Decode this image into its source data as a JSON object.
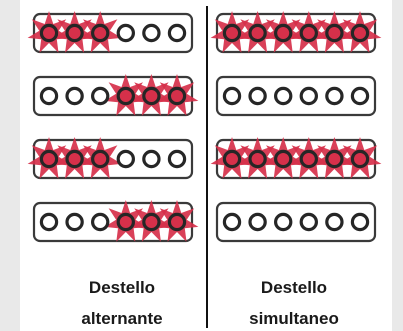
{
  "colors": {
    "background": "#e9e9e9",
    "panel": "#ffffff",
    "bar_outline": "#3a3a3a",
    "led_ring": "#262626",
    "flash": "#d6304a",
    "divider": "#111111"
  },
  "columns": [
    {
      "id": "alternating",
      "caption_line1": "Destello",
      "caption_line2": "alternante",
      "bars": [
        {
          "lit": [
            true,
            true,
            true,
            false,
            false,
            false
          ]
        },
        {
          "lit": [
            false,
            false,
            false,
            true,
            true,
            true
          ]
        },
        {
          "lit": [
            true,
            true,
            true,
            false,
            false,
            false
          ]
        },
        {
          "lit": [
            false,
            false,
            false,
            true,
            true,
            true
          ]
        }
      ]
    },
    {
      "id": "simultaneous",
      "caption_line1": "Destello",
      "caption_line2": "simultaneo",
      "bars": [
        {
          "lit": [
            true,
            true,
            true,
            true,
            true,
            true
          ]
        },
        {
          "lit": [
            false,
            false,
            false,
            false,
            false,
            false
          ]
        },
        {
          "lit": [
            true,
            true,
            true,
            true,
            true,
            true
          ]
        },
        {
          "lit": [
            false,
            false,
            false,
            false,
            false,
            false
          ]
        }
      ]
    }
  ]
}
